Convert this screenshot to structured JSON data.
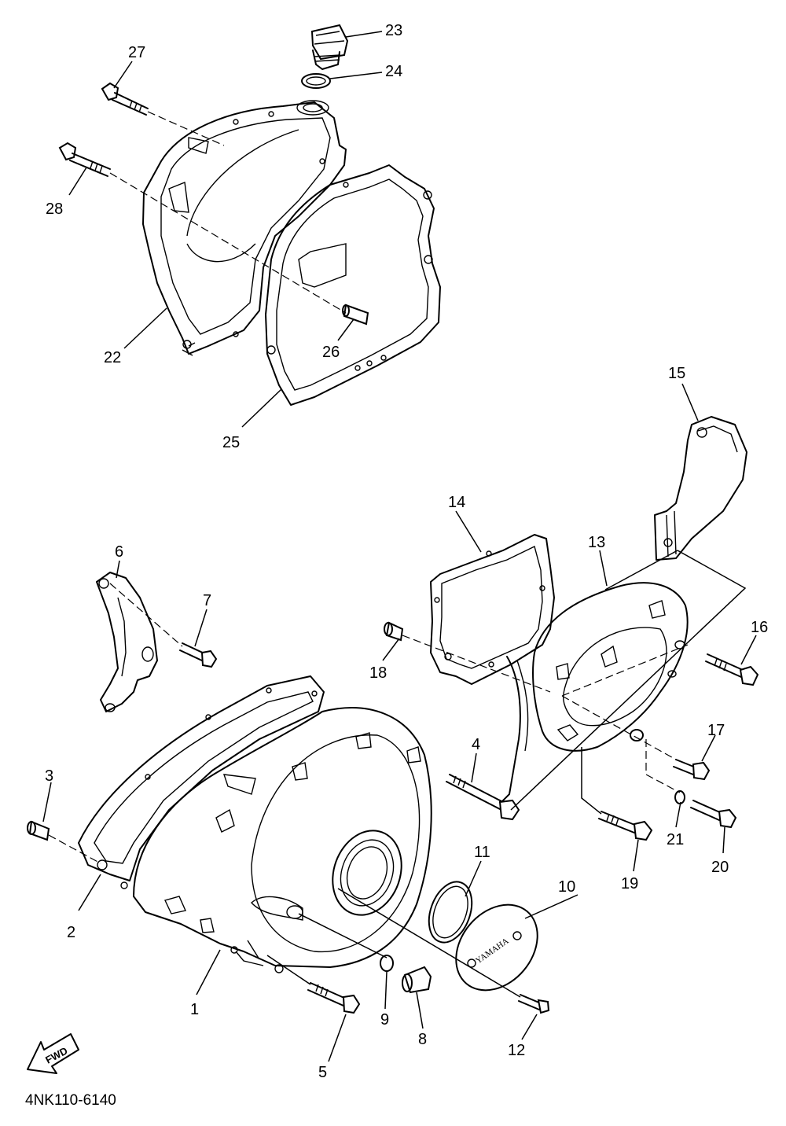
{
  "diagram": {
    "code": "4NK110-6140",
    "fwd_label": "FWD",
    "brand_mark": "YAMAHA",
    "callouts": [
      "1",
      "2",
      "3",
      "4",
      "5",
      "6",
      "7",
      "8",
      "9",
      "10",
      "11",
      "12",
      "13",
      "14",
      "15",
      "16",
      "17",
      "18",
      "19",
      "20",
      "21",
      "22",
      "23",
      "24",
      "25",
      "26",
      "27",
      "28"
    ]
  }
}
